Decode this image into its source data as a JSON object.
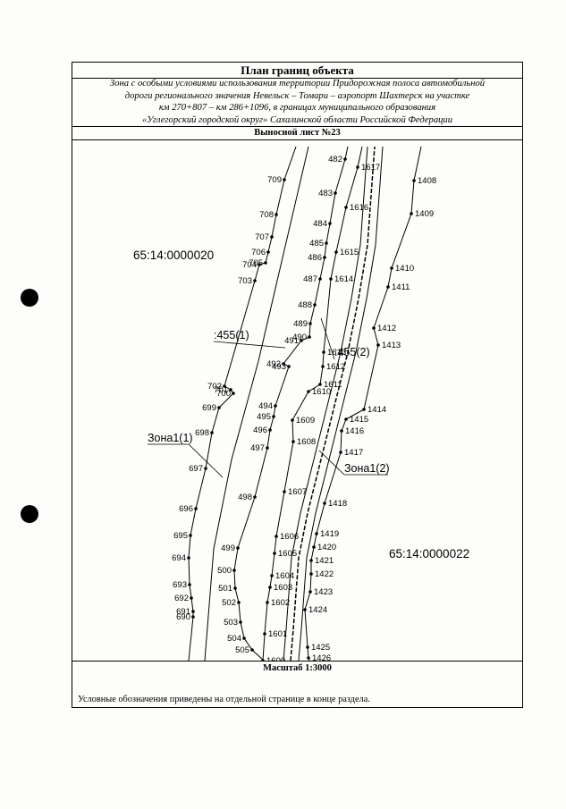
{
  "title": "План границ объекта",
  "description": [
    "Зона с особыми условиями использования территории Придорожная полоса автомобильной",
    "дороги регионального значения Невельск – Томари – аэропорт Шахтерск на участке",
    "км 270+807 – км 286+1096, в границах муниципального образования",
    "«Углегорский городской округ» Сахалинской области Российской Федерации"
  ],
  "sheet_label": "Выносной лист №23",
  "scale_label": "Масштаб 1:3000",
  "legend_note": "Условные обозначения приведены на отдельной странице в конце раздела.",
  "parcels": {
    "left": "65:14:0000020",
    "right": "65:14:0000022",
    "left_road": ":455(1)",
    "right_road": ":455(2)"
  },
  "zones": {
    "left": "Зона1(1)",
    "right": "Зона1(2)"
  },
  "colors": {
    "ink": "#000000",
    "paper": "#fdfdfb"
  },
  "points": {
    "zone_left": [
      "690",
      "691",
      "692",
      "693",
      "694",
      "695",
      "696",
      "697",
      "698",
      "699",
      "700",
      "701",
      "702",
      "703",
      "704",
      "705",
      "706",
      "707",
      "708",
      "709"
    ],
    "road_left": [
      "482",
      "483",
      "484",
      "485",
      "486",
      "487",
      "488",
      "489",
      "490",
      "491",
      "492",
      "493",
      "494",
      "495",
      "496",
      "497",
      "498",
      "499",
      "500",
      "501",
      "502",
      "503",
      "504",
      "505"
    ],
    "road_right": [
      "1600",
      "1601",
      "1602",
      "1603",
      "1604",
      "1605",
      "1606",
      "1607",
      "1608",
      "1609",
      "1610",
      "1611",
      "1612",
      "1613",
      "1614",
      "1615",
      "1616",
      "1617"
    ],
    "zone_right": [
      "1408",
      "1409",
      "1410",
      "1411",
      "1412",
      "1413",
      "1414",
      "1415",
      "1416",
      "1417",
      "1418",
      "1419",
      "1420",
      "1421",
      "1422",
      "1423",
      "1424",
      "1425",
      "1426"
    ]
  }
}
